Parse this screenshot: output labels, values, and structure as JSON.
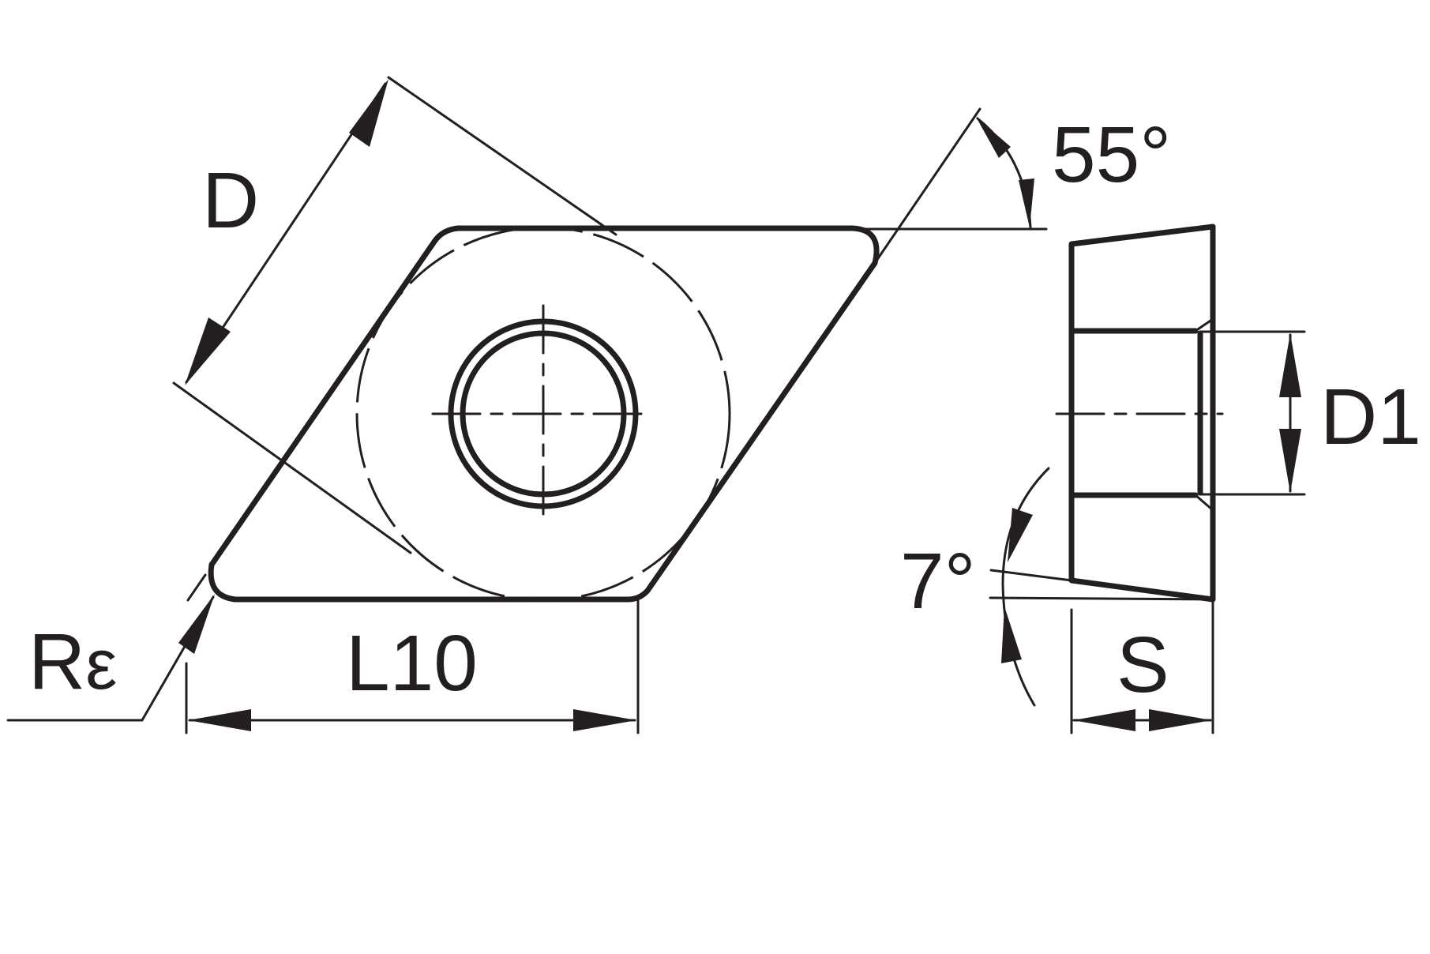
{
  "diagram": {
    "subject": "Rhombic 55° turning insert with center hole — top view and side view",
    "colors": {
      "line": "#231f20",
      "background": "#ffffff"
    },
    "labels": {
      "D": "D",
      "angle_55": "55°",
      "D1": "D1",
      "relief_angle": "7°",
      "corner_radius_R": "R",
      "corner_radius_eps": "ε",
      "L10": "L10",
      "S": "S"
    }
  }
}
